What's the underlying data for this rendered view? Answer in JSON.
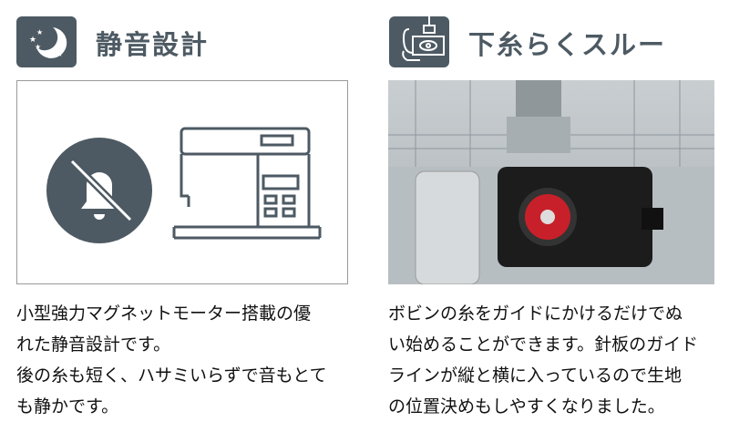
{
  "features": [
    {
      "title": "静音設計",
      "icon": "moon-stars-icon",
      "lines": [
        "小型強力マグネットモーター搭載の優",
        "れた静音設計です。",
        "後の糸も短く、ハサミいらずで音もとて",
        "も静かです。"
      ]
    },
    {
      "title": "下糸らくスルー",
      "icon": "bobbin-threading-icon",
      "lines": [
        "ボビンの糸をガイドにかけるだけでぬ",
        "い始めることができます。針板のガイド",
        "ラインが縦と横に入っているので生地",
        "の位置決めもしやすくなりました。"
      ]
    }
  ],
  "colors": {
    "accent": "#4d5a63"
  }
}
